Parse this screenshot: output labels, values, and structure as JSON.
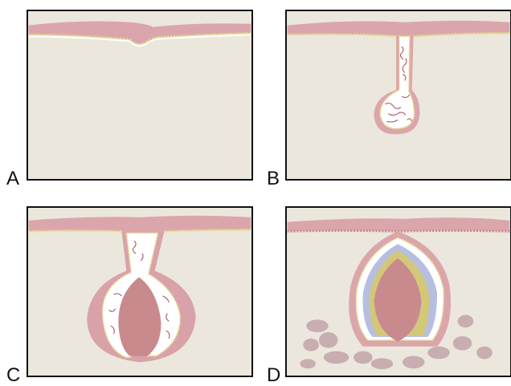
{
  "panels": {
    "a": {
      "label": "A"
    },
    "b": {
      "label": "B"
    },
    "c": {
      "label": "C"
    },
    "d": {
      "label": "D"
    }
  },
  "colors": {
    "background": "#ebe7dc",
    "epidermis": "#dba6ab",
    "basal_dots": "#e6e28a",
    "hair_peg": "#d9a2a8",
    "papilla": "#c98a8e",
    "sheath_yellow": "#d3c77a",
    "sheath_blue": "#b7bfe0",
    "fibroblast": "#c8aeb0",
    "outline": "#111111"
  }
}
